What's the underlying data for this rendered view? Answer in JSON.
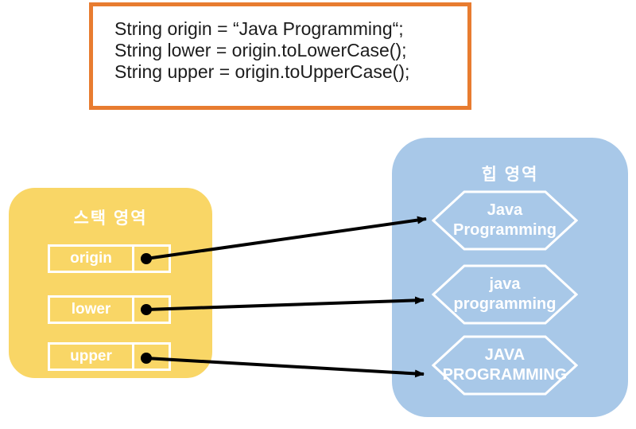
{
  "code_box": {
    "lines": [
      "String origin = “Java Programming“;",
      "String lower = origin.toLowerCase();",
      "String upper = origin.toUpperCase();"
    ]
  },
  "stack": {
    "title": "스택 영역",
    "variables": [
      {
        "name": "origin"
      },
      {
        "name": "lower"
      },
      {
        "name": "upper"
      }
    ]
  },
  "heap": {
    "title": "힙 영역",
    "objects": [
      {
        "line1": "Java",
        "line2": "Programming"
      },
      {
        "line1": "java",
        "line2": "programming"
      },
      {
        "line1": "JAVA",
        "line2": "PROGRAMMING"
      }
    ]
  },
  "colors": {
    "code_box_border": "#E87C30",
    "stack_fill": "#F9D666",
    "heap_fill": "#A8C8E8",
    "outline_white": "#FFFFFF",
    "arrow_black": "#000000",
    "code_text": "#1C1C1C",
    "background": "#FFFFFF"
  }
}
